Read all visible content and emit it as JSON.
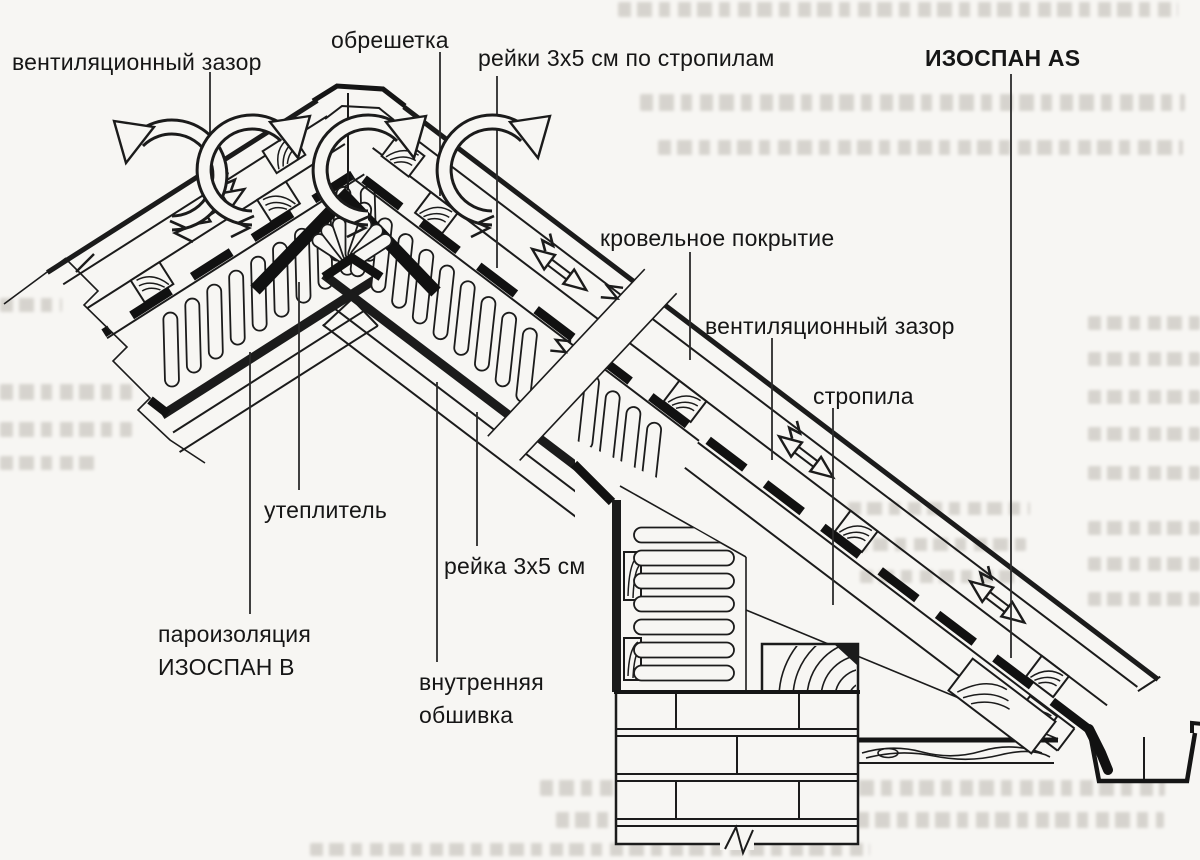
{
  "figure": {
    "type": "roof-construction-cross-section",
    "labels": {
      "vent_gap_left": "вентиляционный зазор",
      "lathing": "обрешетка",
      "counter_battens": "рейки 3х5 см по стропилам",
      "membrane": "ИЗОСПАН AS",
      "roof_covering": "кровельное покрытие",
      "vent_gap_right": "вентиляционный зазор",
      "rafters": "стропила",
      "insulation": "утеплитель",
      "batten": "рейка 3х5 см",
      "vapor_barrier": "пароизоляция\nИЗОСПАН В",
      "inner_lining": "внутренняя\nобшивка"
    },
    "colors": {
      "ink": "#1b1b1b",
      "paper": "#f7f6f3",
      "bleed_text": "#a39d94"
    }
  }
}
